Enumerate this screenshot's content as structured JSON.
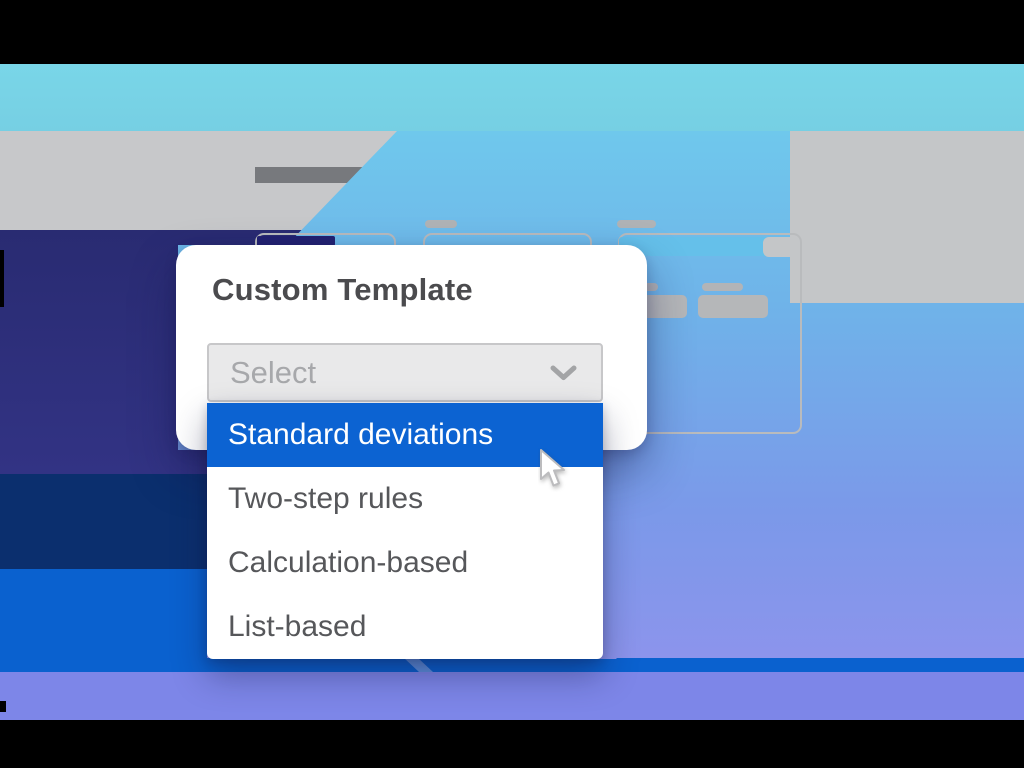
{
  "modal": {
    "title": "Custom Template"
  },
  "select": {
    "placeholder": "Select",
    "chevron_icon": "chevron-down-icon"
  },
  "dropdown": {
    "options": [
      {
        "label": "Standard deviations",
        "highlighted": true,
        "css": "dd-option abs-row highlighted"
      },
      {
        "label": "Two-step rules",
        "highlighted": false,
        "css": "dd-option abs-row"
      },
      {
        "label": "Calculation-based",
        "highlighted": false,
        "css": "dd-option abs-row"
      },
      {
        "label": "List-based",
        "highlighted": false,
        "css": "dd-option abs-row"
      }
    ]
  },
  "cursor": {
    "icon": "mouse-pointer-icon"
  },
  "colors": {
    "highlight_blue": "#0c63d2",
    "band_cyan": "#79d6e8",
    "band_gray": "#c7c8ca",
    "band_indigo": "#2d2f7c",
    "band_navy": "#0b2f6e",
    "band_bright_blue": "#0a61cf",
    "band_periwinkle": "#7d86e8",
    "browser_blue_top": "#6fc8ec",
    "browser_blue_bottom": "#8c94ec",
    "placeholder_gray": "#a7a8ab",
    "text_dark": "#4b4b4e",
    "option_text": "#56575a"
  }
}
